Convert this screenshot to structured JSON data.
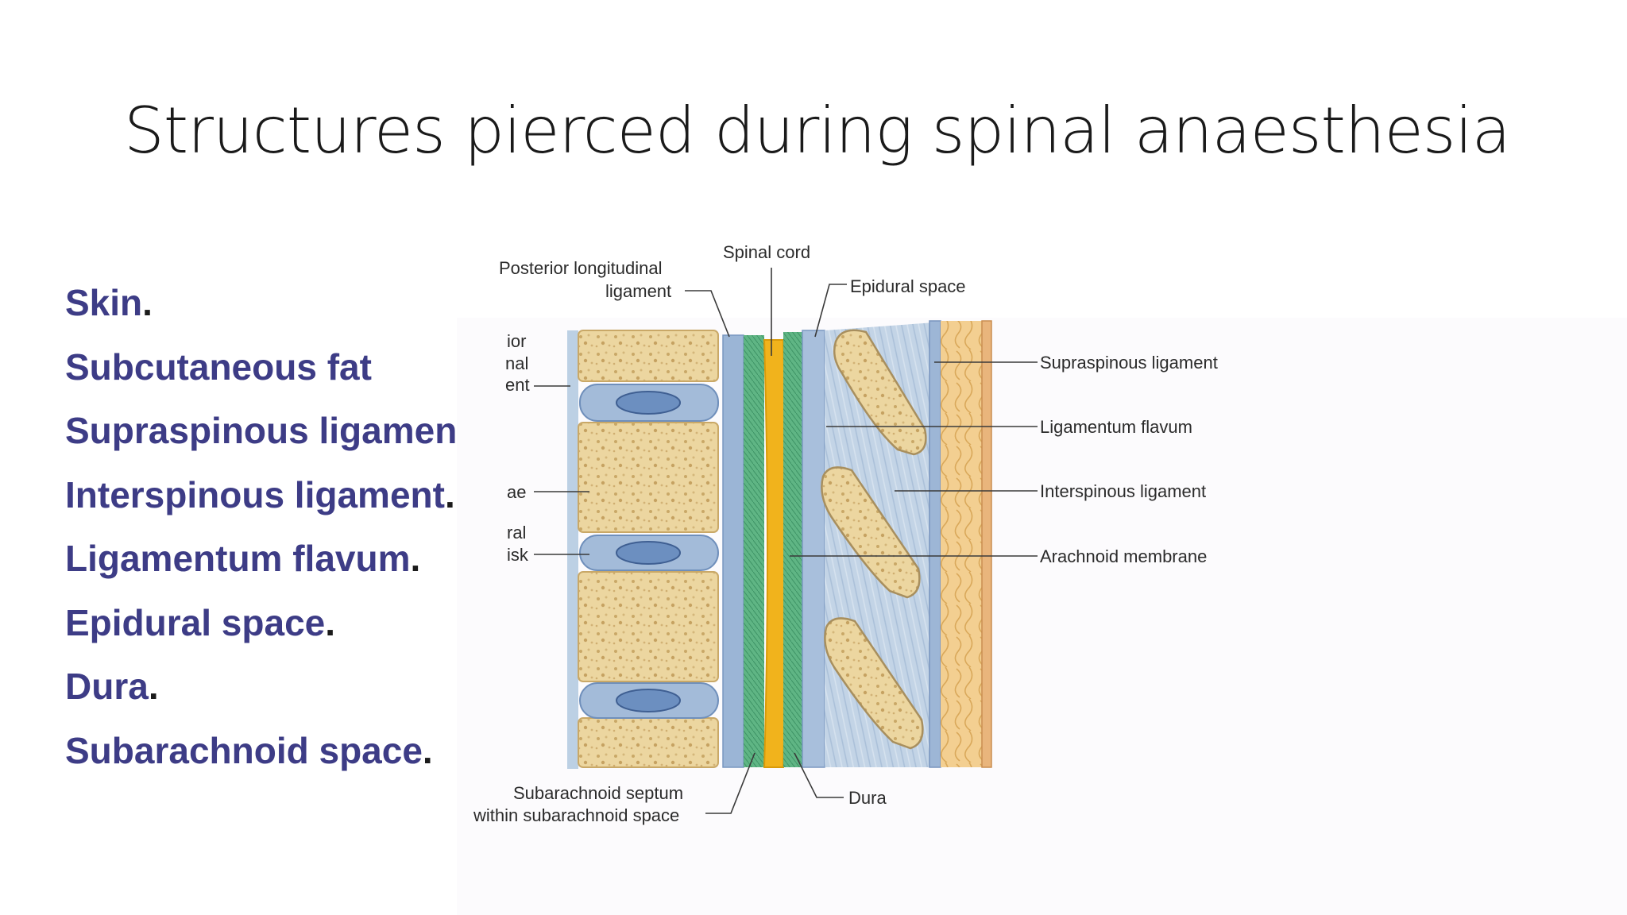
{
  "slide": {
    "title": "Structures pierced during spinal anaesthesia"
  },
  "list": {
    "items": [
      {
        "text": "Skin",
        "suffix": "."
      },
      {
        "text": "Subcutaneous fat",
        "suffix": ""
      },
      {
        "text": "Supraspinous ligament",
        "suffix": "."
      },
      {
        "text": "Interspinous ligament",
        "suffix": "."
      },
      {
        "text": "Ligamentum flavum",
        "suffix": "."
      },
      {
        "text": "Epidural space",
        "suffix": "."
      },
      {
        "text": "Dura",
        "suffix": "."
      },
      {
        "text": "Subarachnoid space",
        "suffix": "."
      }
    ]
  },
  "diagram": {
    "labels": {
      "spinal_cord": "Spinal cord",
      "posterior_longitudinal_line1": "Posterior longitudinal",
      "posterior_longitudinal_line2": "ligament",
      "epidural_space": "Epidural space",
      "supraspinous": "Supraspinous ligament",
      "ligamentum_flavum": "Ligamentum flavum",
      "interspinous": "Interspinous ligament",
      "arachnoid": "Arachnoid membrane",
      "dura": "Dura",
      "subarachnoid_line1": "Subarachnoid septum",
      "subarachnoid_line2": "within subarachnoid space",
      "cut_anterior_line1": "ior",
      "cut_anterior_line2": "nal",
      "cut_anterior_line3": "ent",
      "cut_vertebrae": "ae",
      "cut_disk_line1": "ral",
      "cut_disk_line2": "isk"
    },
    "colors": {
      "bone": "#ecd6a0",
      "disc": "#9fb7d6",
      "ligament": "#bccfe2",
      "spinal_cord": "#f1b31c",
      "arachnoid": "#56b07f",
      "fat": "#f0c98a",
      "text_list": "#3d3c86"
    }
  }
}
